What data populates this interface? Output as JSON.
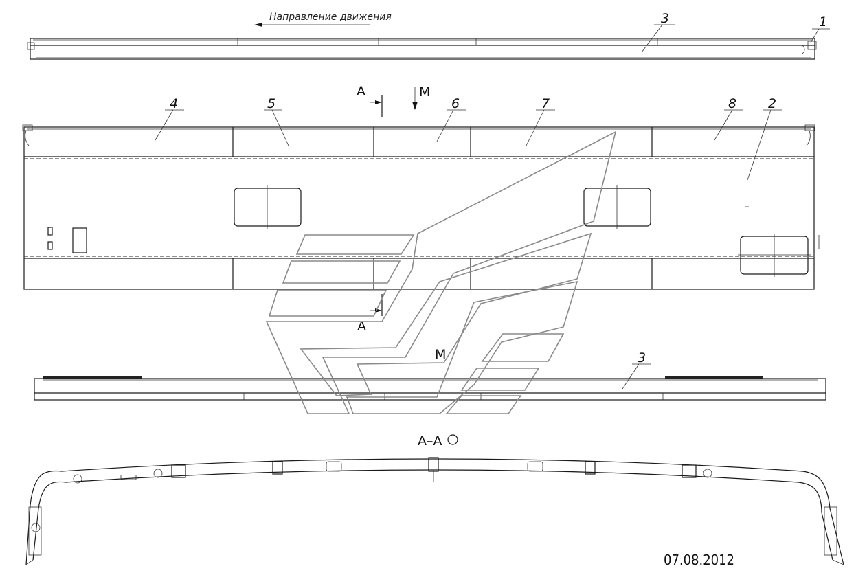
{
  "direction_label": "Направление движения",
  "callouts": {
    "c1": "1",
    "c2": "2",
    "c3_top": "3",
    "c3_bottom": "3",
    "c4": "4",
    "c5": "5",
    "c6": "6",
    "c7": "7",
    "c8": "8"
  },
  "section_marks": {
    "a_top": "А",
    "a_bottom": "А",
    "m_top": "М",
    "m_bottom": "М"
  },
  "section_title": "А–А",
  "date": "07.08.2012"
}
